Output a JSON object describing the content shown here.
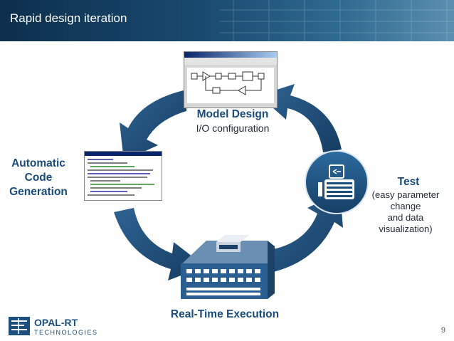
{
  "slide": {
    "title": "Rapid design iteration",
    "page_number": "9"
  },
  "stages": {
    "model": {
      "title": "Model Design",
      "subtitle": "I/O configuration"
    },
    "codegen": {
      "line1": "Automatic",
      "line2": "Code",
      "line3": "Generation"
    },
    "test": {
      "title": "Test",
      "line1": "(easy parameter",
      "line2": "change",
      "line3": "and data",
      "line4": "visualization)"
    },
    "realtime": {
      "title": "Real-Time Execution"
    }
  },
  "logo": {
    "name": "OPAL-RT",
    "sub": "TECHNOLOGIES"
  },
  "colors": {
    "header": "#1a4a70",
    "label_blue": "#1a4b7a",
    "arrow": "#1f4e79",
    "test_circle": "#1c4f7d"
  }
}
